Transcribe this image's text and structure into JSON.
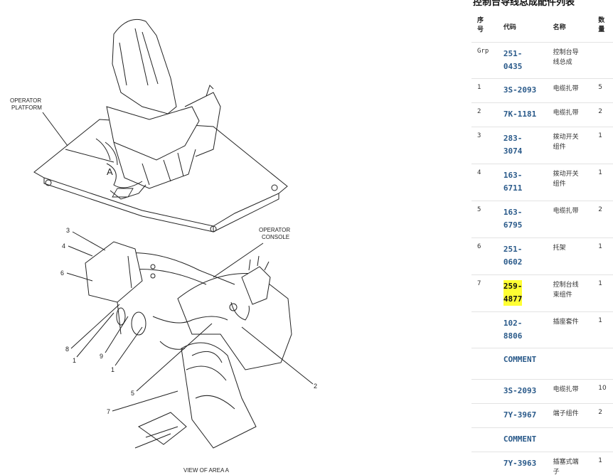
{
  "diagram": {
    "labels": {
      "operator_platform_1": "OPERATOR",
      "operator_platform_2": "PLATFORM",
      "operator_console_1": "OPERATOR",
      "operator_console_2": "CONSOLE",
      "view_caption": "VIEW OF AREA A",
      "area_marker": "A"
    },
    "callouts": [
      "3",
      "4",
      "6",
      "8",
      "1",
      "9",
      "1",
      "5",
      "7",
      "2"
    ]
  },
  "parts_list": {
    "title": "控制台导线总成配件列表",
    "headers": {
      "seq_1": "序",
      "seq_2": "号",
      "code": "代码",
      "name": "名称",
      "qty_1": "数",
      "qty_2": "量"
    },
    "rows": [
      {
        "seq": "Grp",
        "code1": "251-",
        "code2": "0435",
        "name1": "控制台导",
        "name2": "线总成",
        "qty": ""
      },
      {
        "seq": "1",
        "code1": "3S-2093",
        "code2": "",
        "name1": "电缆扎带",
        "name2": "",
        "qty": "5"
      },
      {
        "seq": "2",
        "code1": "7K-1181",
        "code2": "",
        "name1": "电缆扎带",
        "name2": "",
        "qty": "2"
      },
      {
        "seq": "3",
        "code1": "283-",
        "code2": "3074",
        "name1": "拨动开关",
        "name2": "组件",
        "qty": "1"
      },
      {
        "seq": "4",
        "code1": "163-",
        "code2": "6711",
        "name1": "拨动开关",
        "name2": "组件",
        "qty": "1"
      },
      {
        "seq": "5",
        "code1": "163-",
        "code2": "6795",
        "name1": "电缆扎带",
        "name2": "",
        "qty": "2"
      },
      {
        "seq": "6",
        "code1": "251-",
        "code2": "0602",
        "name1": "托架",
        "name2": "",
        "qty": "1"
      },
      {
        "seq": "7",
        "code1": "259-",
        "code2": "4877",
        "name1": "控制台线",
        "name2": "束组件",
        "qty": "1",
        "highlight": true
      },
      {
        "seq": "",
        "code1": "102-",
        "code2": "8806",
        "name1": "插座套件",
        "name2": "",
        "qty": "1"
      },
      {
        "seq": "",
        "code1": "COMMENT",
        "code2": "",
        "name1": "",
        "name2": "",
        "qty": ""
      },
      {
        "seq": "",
        "code1": "3S-2093",
        "code2": "",
        "name1": "电缆扎带",
        "name2": "",
        "qty": "10"
      },
      {
        "seq": "",
        "code1": "7Y-3967",
        "code2": "",
        "name1": "端子组件",
        "name2": "",
        "qty": "2"
      },
      {
        "seq": "",
        "code1": "COMMENT",
        "code2": "",
        "name1": "",
        "name2": "",
        "qty": ""
      },
      {
        "seq": "",
        "code1": "7Y-3963",
        "code2": "",
        "name1": "插塞式端",
        "name2": "子",
        "qty": "1"
      }
    ]
  },
  "colors": {
    "code_link": "#2a5a8a",
    "highlight": "#ffff33"
  }
}
